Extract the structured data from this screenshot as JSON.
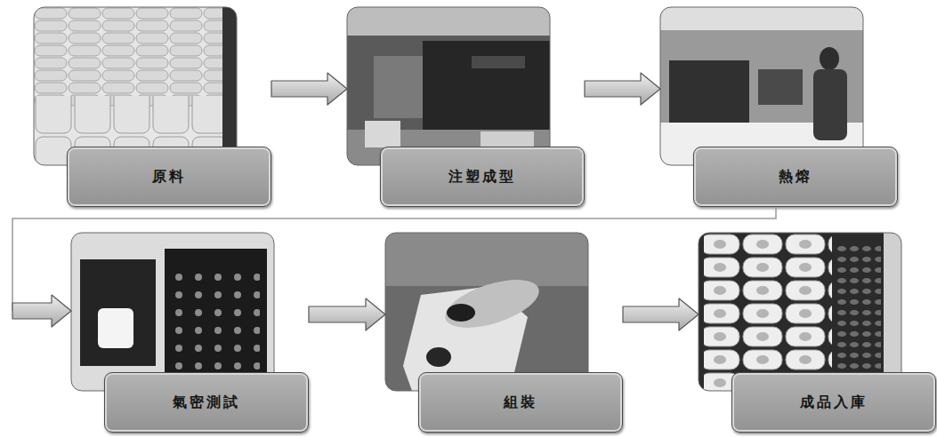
{
  "diagram": {
    "nodes": [
      {
        "text": [
          "原料"
        ]
      },
      {
        "text": [
          "注塑成型"
        ]
      },
      {
        "text": [
          "熱熔"
        ]
      },
      {
        "text": [
          "氣密測試"
        ]
      },
      {
        "text": [
          "組裝"
        ]
      },
      {
        "text": [
          "成品入庫"
        ]
      }
    ],
    "edges": [
      {
        "from": 0,
        "to": 1,
        "arrow": "to"
      },
      {
        "from": 1,
        "to": 2,
        "arrow": "to"
      },
      {
        "from": 2,
        "to": 3,
        "arrow": "to"
      },
      {
        "from": 3,
        "to": 4,
        "arrow": "to"
      },
      {
        "from": 4,
        "to": 5,
        "arrow": "to"
      }
    ]
  }
}
